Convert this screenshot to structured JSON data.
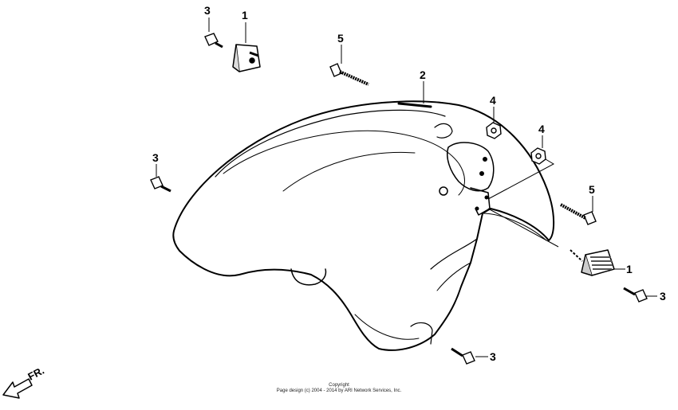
{
  "callouts": {
    "c1a": "1",
    "c1b": "1",
    "c2": "2",
    "c3a": "3",
    "c3b": "3",
    "c3c": "3",
    "c3d": "3",
    "c4a": "4",
    "c4b": "4",
    "c5a": "5",
    "c5b": "5"
  },
  "direction_label": "FR.",
  "copyright": {
    "line1": "Copyright",
    "line2": "Page design (c) 2004 - 2014 by ARI Network Services, Inc."
  },
  "colors": {
    "ink": "#000000",
    "paper": "#ffffff"
  }
}
